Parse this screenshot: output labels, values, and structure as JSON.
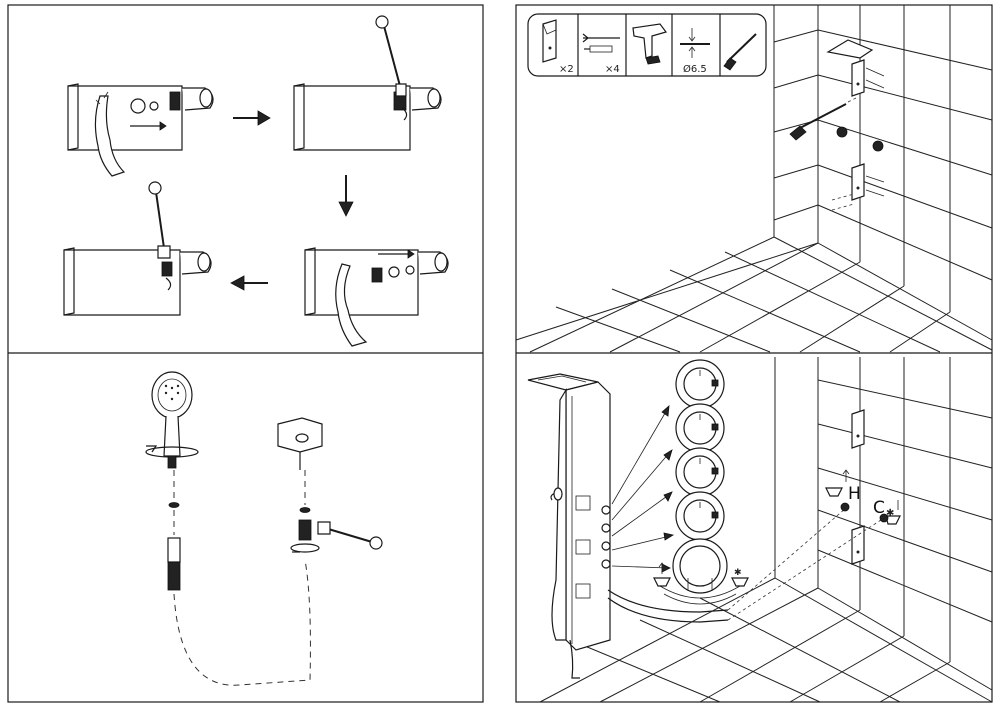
{
  "panels": {
    "arm_assembly": {},
    "handshower_assembly": {},
    "wall_mounting": {
      "tools": [
        {
          "icon": "bracket-icon",
          "quantity_label": "×2"
        },
        {
          "icon": "screw-anchor-icon",
          "quantity_label": "×4"
        },
        {
          "icon": "drill-icon",
          "quantity_label": ""
        },
        {
          "icon": "drill-bit-icon",
          "quantity_label": "Ø6.5"
        },
        {
          "icon": "screwdriver-icon",
          "quantity_label": ""
        }
      ]
    },
    "panel_connection": {
      "hot_label": "H",
      "cold_label": "C"
    }
  },
  "colors": {
    "line": "#1a1a1a",
    "background": "#ffffff"
  }
}
